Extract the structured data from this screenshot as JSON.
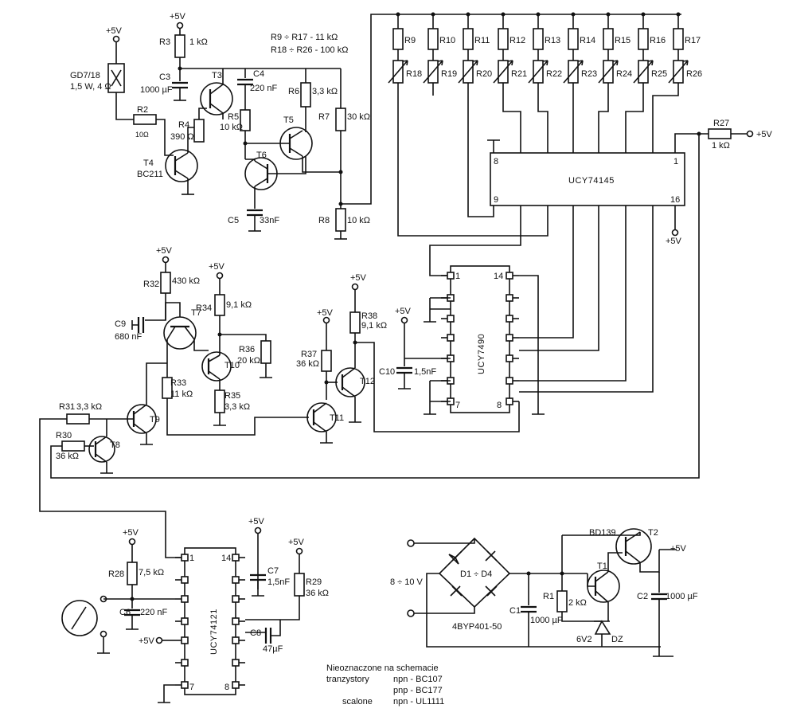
{
  "supply": "+5V",
  "ranges": {
    "r9_r17": "R9 ÷ R17 - 11 kΩ",
    "r18_r26": "R18 ÷ R26 - 100 kΩ"
  },
  "chips": {
    "decoder": "UCY74145",
    "counter": "UCY7490",
    "monostable": "UCY74121"
  },
  "pins": {
    "decoder": [
      "8",
      "9",
      "1",
      "16"
    ],
    "counter": [
      "1",
      "14",
      "7",
      "8"
    ],
    "monostable": [
      "1",
      "14",
      "7",
      "8"
    ]
  },
  "transistors": {
    "t1": "T1",
    "t2": "T2",
    "t2_type": "BD139",
    "t3": "T3",
    "t4": "T4",
    "t4_type": "BC211",
    "t5": "T5",
    "t6": "T6",
    "t7": "T7",
    "t8": "T8",
    "t9": "T9",
    "t10": "T10",
    "t11": "T11",
    "t12": "T12"
  },
  "resistors": {
    "r1": "R1",
    "r1_val": "2 kΩ",
    "r2": "R2",
    "r2_val": "10Ω",
    "r3": "R3",
    "r3_val": "1 kΩ",
    "r4": "R4",
    "r4_val": "390 Ω",
    "r5": "R5",
    "r5_val": "10 kΩ",
    "r6": "R6",
    "r6_val": "3,3 kΩ",
    "r7": "R7",
    "r7_val": "30 kΩ",
    "r8": "R8",
    "r8_val": "10 kΩ",
    "r27": "R27",
    "r27_val": "1 kΩ",
    "r28": "R28",
    "r28_val": "7,5 kΩ",
    "r29": "R29",
    "r29_val": "36 kΩ",
    "r30": "R30",
    "r30_val": "36 kΩ",
    "r31": "R31",
    "r31_val": "3,3 kΩ",
    "r32": "R32",
    "r32_val": "430 kΩ",
    "r33": "R33",
    "r33_val": "11 kΩ",
    "r34": "R34",
    "r34_val": "9,1 kΩ",
    "r35": "R35",
    "r35_val": "3,3 kΩ",
    "r36": "R36",
    "r36_val": "20 kΩ",
    "r37": "R37",
    "r37_val": "36 kΩ",
    "r38": "R38",
    "r38_val": "9,1 kΩ"
  },
  "top_resistors": [
    "R9",
    "R10",
    "R11",
    "R12",
    "R13",
    "R14",
    "R15",
    "R16",
    "R17"
  ],
  "pots": [
    "R18",
    "R19",
    "R20",
    "R21",
    "R22",
    "R23",
    "R24",
    "R25",
    "R26"
  ],
  "capacitors": {
    "c1": "C1",
    "c1_val": "1000 µF",
    "c2": "C2",
    "c2_val": "1000 µF",
    "c3": "C3",
    "c3_val": "1000 µF",
    "c4": "C4",
    "c4_val": "220 nF",
    "c5": "C5",
    "c5_val": "33nF",
    "c6": "C6",
    "c6_val": "220 nF",
    "c7": "C7",
    "c7_val": "1,5nF",
    "c8": "C8",
    "c8_val": "47µF",
    "c9": "C9",
    "c9_val": "680 nF",
    "c10": "C10",
    "c10_val": "1,5nF"
  },
  "lamp": {
    "name": "GD7/18",
    "rating": "1,5 W, 4 Ω"
  },
  "psu": {
    "input": "8 ÷ 10 V",
    "bridge": "D1 ÷ D4",
    "bridge_type": "4BYP401-50",
    "zener": "6V2",
    "zener_name": "DZ"
  },
  "notes": {
    "line1": "Nieoznaczone na schemacie",
    "line2a": "tranzystory",
    "line2b": "npn - BC107",
    "line3": "pnp - BC177",
    "line4a": "scalone",
    "line4b": "npn - UL1111"
  }
}
